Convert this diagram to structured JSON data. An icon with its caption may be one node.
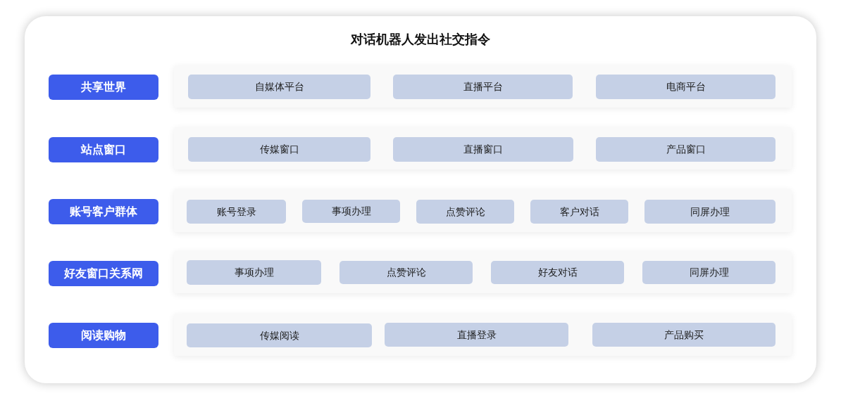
{
  "diagram": {
    "title": "对话机器人发出社交指令",
    "nodes": [
      {
        "text": [
          "共享世界"
        ]
      },
      {
        "text": [],
        "shape": "box"
      },
      {
        "text": [
          "自媒体平台"
        ],
        "in": 1
      },
      {
        "text": [
          "直播平台"
        ],
        "in": 1
      },
      {
        "text": [
          "电商平台"
        ],
        "in": 1
      },
      {
        "text": [
          "站点窗口"
        ]
      },
      {
        "text": [],
        "shape": "box"
      },
      {
        "text": [
          "传媒窗口"
        ],
        "in": 6
      },
      {
        "text": [
          "直播窗口"
        ],
        "in": 6
      },
      {
        "text": [
          "产品窗口"
        ],
        "in": 6
      },
      {
        "text": [
          "账号客户群体"
        ]
      },
      {
        "text": [],
        "shape": "box"
      },
      {
        "text": [
          "账号登录"
        ],
        "in": 11
      },
      {
        "text": [
          "事项办理"
        ],
        "in": 11
      },
      {
        "text": [
          "点赞评论"
        ],
        "in": 11
      },
      {
        "text": [
          "客户对话"
        ],
        "in": 11
      },
      {
        "text": [
          "同屏办理"
        ],
        "in": 11
      },
      {
        "text": [
          "好友窗口关系网"
        ]
      },
      {
        "text": [],
        "shape": "box"
      },
      {
        "text": [
          "事项办理"
        ],
        "in": 18
      },
      {
        "text": [
          "点赞评论"
        ],
        "in": 18
      },
      {
        "text": [
          "好友对话"
        ],
        "in": 18
      },
      {
        "text": [
          "同屏办理"
        ],
        "in": 18
      },
      {
        "text": [
          "阅读购物"
        ]
      },
      {
        "text": [],
        "shape": "box"
      },
      {
        "text": [
          "传媒阅读"
        ],
        "in": 24
      },
      {
        "text": [
          "直播登录"
        ],
        "in": 24
      },
      {
        "text": [
          "产品购买"
        ],
        "in": 24
      }
    ]
  }
}
